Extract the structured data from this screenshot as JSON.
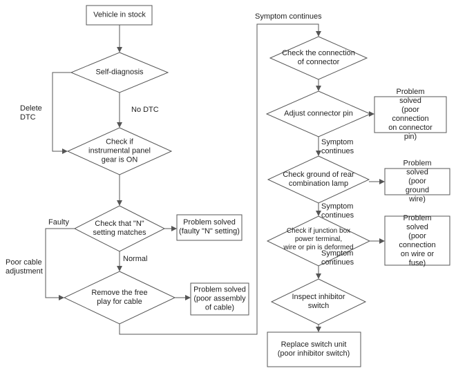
{
  "nodes": {
    "vehicle_in_stock": "Vehicle in stock",
    "self_diagnosis": "Self-diagnosis",
    "check_panel_gear": "Check if\ninstrumental panel\ngear is ON",
    "check_n_setting": "Check that \"N\"\nsetting matches",
    "solved_faulty_n": "Problem solved\n(faulty \"N\" setting)",
    "remove_free_play": "Remove the free\nplay for cable",
    "solved_cable_assembly": "Problem solved\n(poor assembly\nof cable)",
    "check_connector": "Check the connection\nof connector",
    "adjust_connector_pin": "Adjust connector pin",
    "solved_connector_pin": "Problem solved\n(poor connection\non connector pin)",
    "check_ground_lamp": "Check ground of rear\ncombination lamp",
    "solved_ground_wire": "Problem solved\n(poor ground wire)",
    "check_junction_box": "Check if junction box\npower terminal,\nwire or pin is deformed",
    "solved_wire_fuse": "Problem solved\n(poor connection\non wire or fuse)",
    "inspect_inhibitor": "Inspect inhibitor\nswitch",
    "replace_switch": "Replace switch unit\n(poor inhibitor switch)"
  },
  "edge_labels": {
    "delete_dtc": "Delete\nDTC",
    "no_dtc": "No DTC",
    "faulty": "Faulty",
    "poor_cable_adjustment": "Poor cable\nadjustment",
    "normal": "Normal",
    "symptom_continues_top": "Symptom continues",
    "symptom_continues_1": "Symptom\ncontinues",
    "symptom_continues_2": "Symptom\ncontinues",
    "symptom_continues_3": "Symptom\ncontinues"
  },
  "colors": {
    "stroke": "#555555",
    "text": "#222222",
    "background": "#ffffff"
  }
}
